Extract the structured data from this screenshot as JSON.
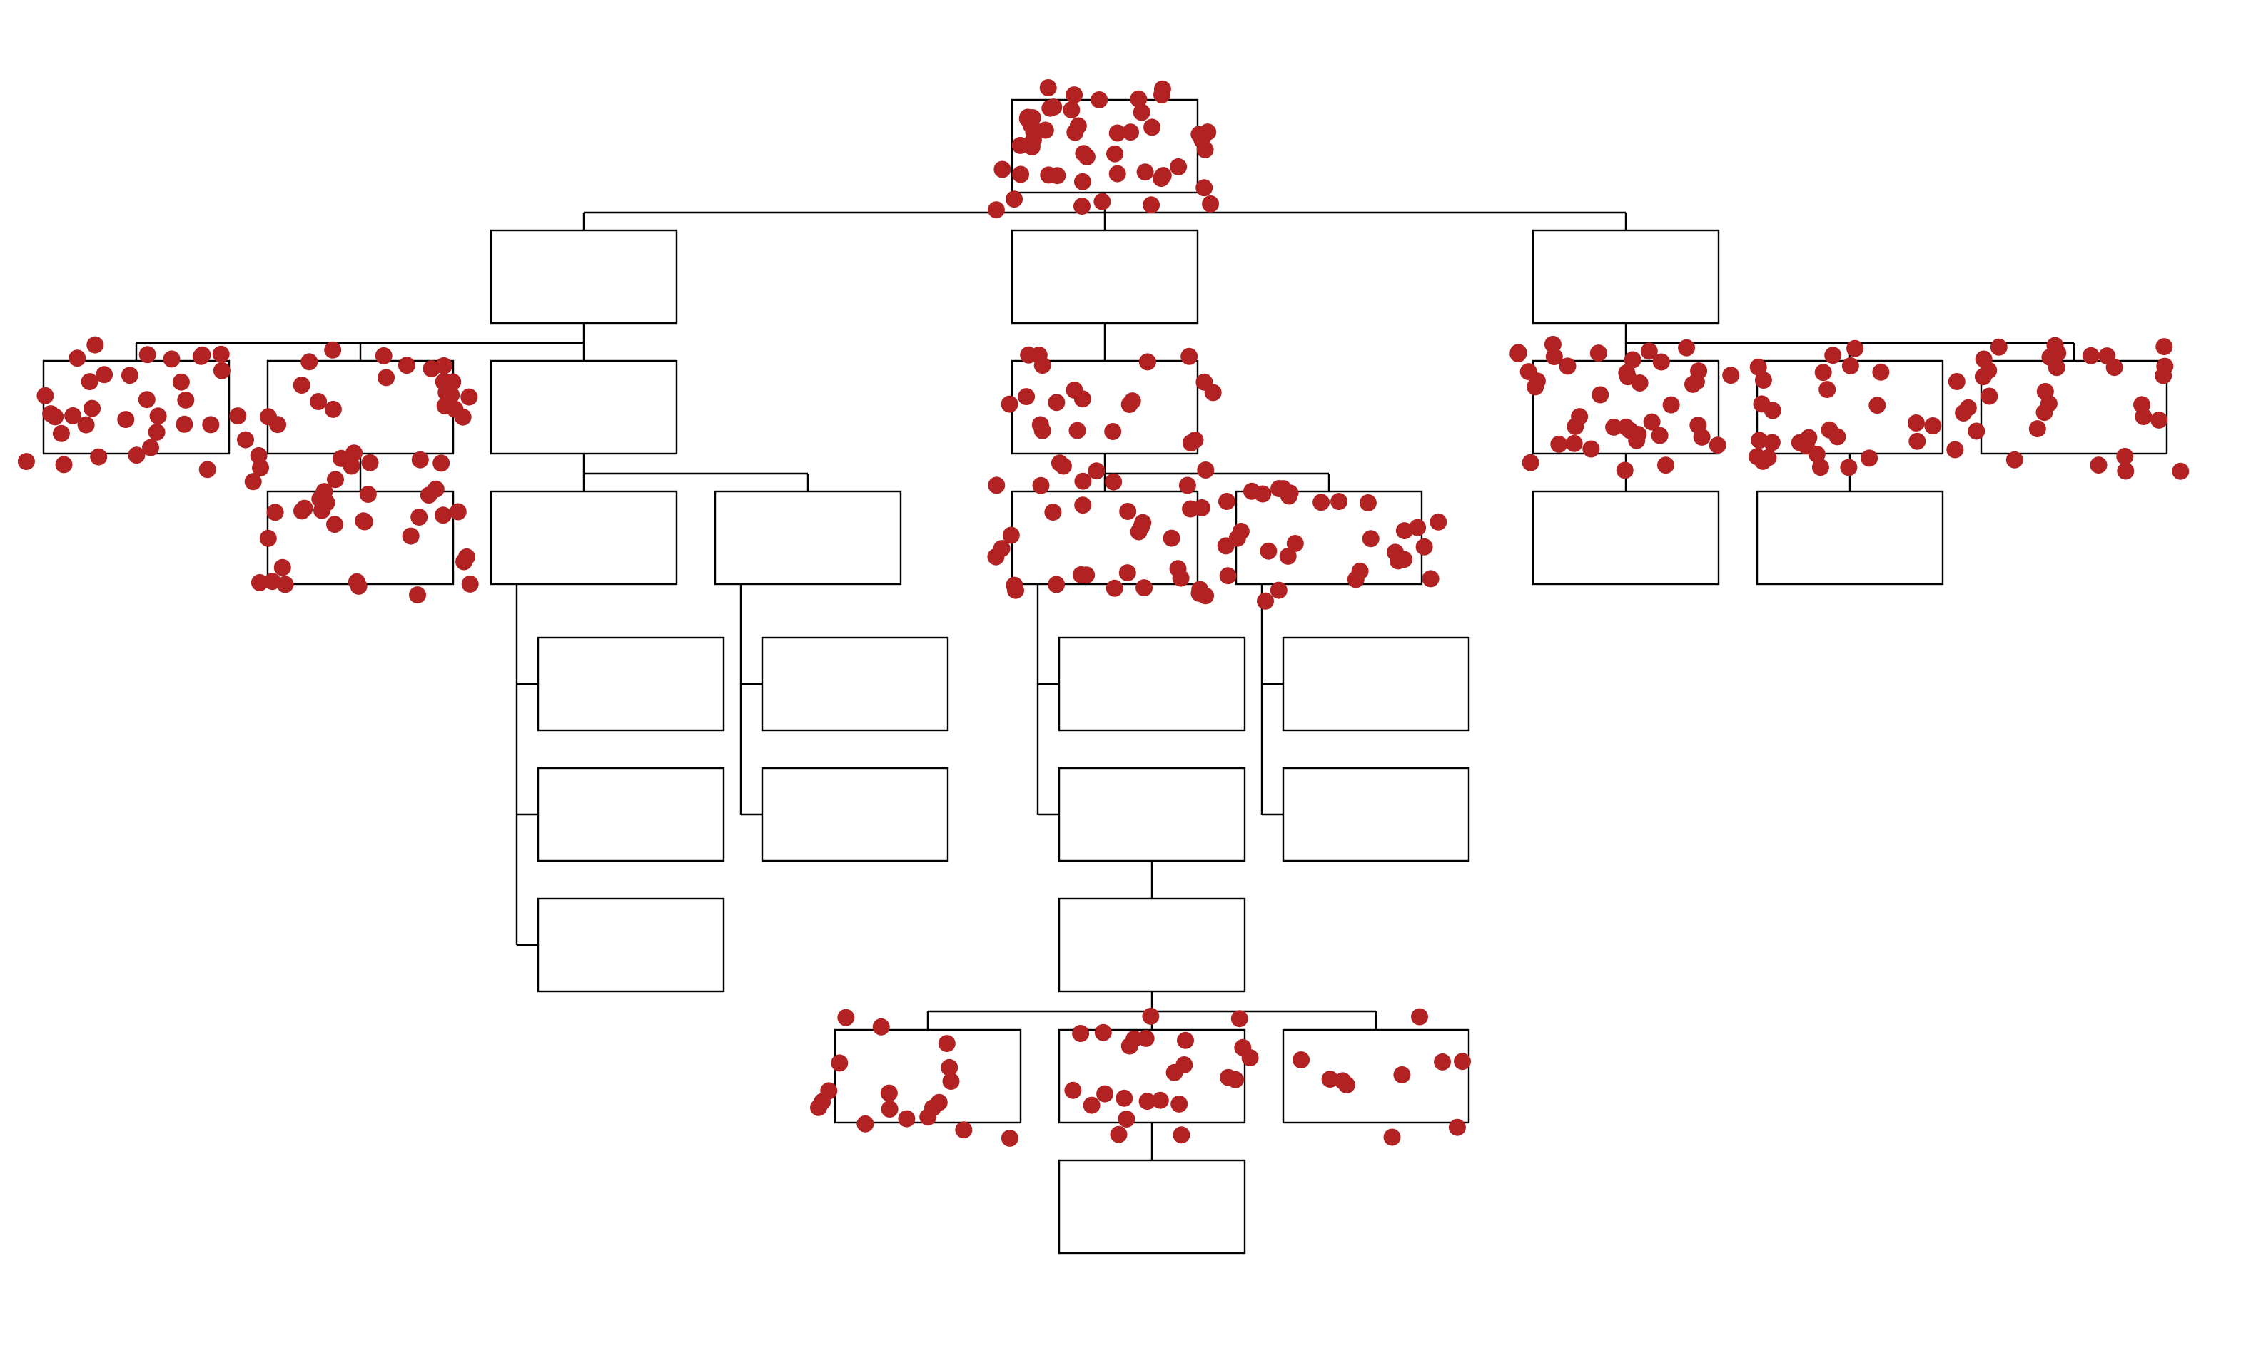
{
  "colors": {
    "background": "#ffffff",
    "box_stroke": "#000000",
    "line_stroke": "#000000",
    "marker_fill": "#b22222"
  },
  "tree": {
    "id": "root",
    "markers": 48,
    "children": [
      {
        "id": "a",
        "children": [
          {
            "id": "a1",
            "markers": 34,
            "children": []
          },
          {
            "id": "a2",
            "markers": 28,
            "children": [
              {
                "id": "a2-1",
                "markers": 30,
                "children": []
              }
            ]
          },
          {
            "id": "a3",
            "markers": 0,
            "children": [
              {
                "id": "a3-1",
                "children": [
                  {
                    "id": "a3-1-1",
                    "children": []
                  },
                  {
                    "id": "a3-1-2",
                    "children": []
                  },
                  {
                    "id": "a3-1-3",
                    "children": []
                  }
                ]
              },
              {
                "id": "a3-2",
                "children": [
                  {
                    "id": "a3-2-1",
                    "children": []
                  },
                  {
                    "id": "a3-2-2",
                    "children": []
                  }
                ]
              }
            ]
          }
        ]
      },
      {
        "id": "b",
        "children": [
          {
            "id": "b1",
            "markers": 24,
            "children": [
              {
                "id": "b1-1",
                "markers": 30,
                "children": [
                  {
                    "id": "b1-1-1",
                    "children": []
                  },
                  {
                    "id": "b1-1-2",
                    "children": [
                      {
                        "id": "b1-1-2-1",
                        "children": [
                          {
                            "id": "b1-1-2-1-1",
                            "markers": 18,
                            "children": []
                          },
                          {
                            "id": "b1-1-2-1-2",
                            "markers": 24,
                            "children": [
                              {
                                "id": "b1-1-2-1-2-1",
                                "children": []
                              }
                            ]
                          },
                          {
                            "id": "b1-1-2-1-3",
                            "markers": 10,
                            "children": []
                          }
                        ]
                      }
                    ]
                  }
                ]
              },
              {
                "id": "b1-2",
                "markers": 30,
                "children": [
                  {
                    "id": "b1-2-1",
                    "children": []
                  },
                  {
                    "id": "b1-2-2",
                    "children": []
                  }
                ]
              }
            ]
          }
        ]
      },
      {
        "id": "c",
        "children": [
          {
            "id": "c1",
            "markers": 40,
            "children": [
              {
                "id": "c1-1",
                "children": []
              }
            ]
          },
          {
            "id": "c2",
            "markers": 30,
            "children": [
              {
                "id": "c2-1",
                "children": []
              }
            ]
          },
          {
            "id": "c3",
            "markers": 30,
            "children": []
          }
        ]
      }
    ]
  }
}
